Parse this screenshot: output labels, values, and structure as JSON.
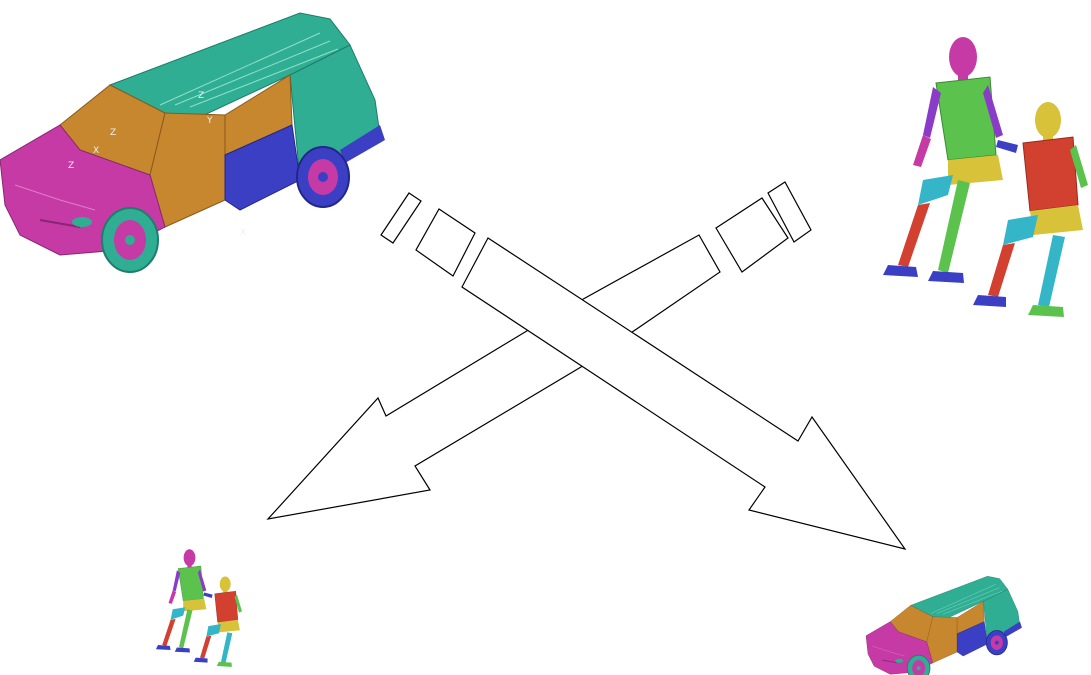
{
  "diagram": {
    "background": "#ffffff",
    "arrow_style": {
      "fill": "#ffffff",
      "stroke": "#000000"
    },
    "palette": {
      "magenta": "#c63aa6",
      "teal": "#2fae93",
      "orange": "#c6872f",
      "blue": "#3b3fc4",
      "green": "#5bc24d",
      "red": "#d2402f",
      "yellow": "#d8c23a",
      "cyan": "#35b6c8",
      "purple": "#8a3cc9"
    },
    "nodes": [
      {
        "id": "van-large",
        "depicts": "minivan-model"
      },
      {
        "id": "dummies-large",
        "depicts": "two-seated-crash-dummies"
      },
      {
        "id": "dummies-small",
        "depicts": "two-seated-crash-dummies"
      },
      {
        "id": "van-small",
        "depicts": "minivan-model"
      }
    ],
    "edges": [
      {
        "from": "van-large",
        "to": "van-small"
      },
      {
        "from": "dummies-large",
        "to": "dummies-small"
      }
    ],
    "van_axis_labels": [
      "Z",
      "X",
      "Z",
      "Z",
      "Y",
      "X"
    ]
  }
}
